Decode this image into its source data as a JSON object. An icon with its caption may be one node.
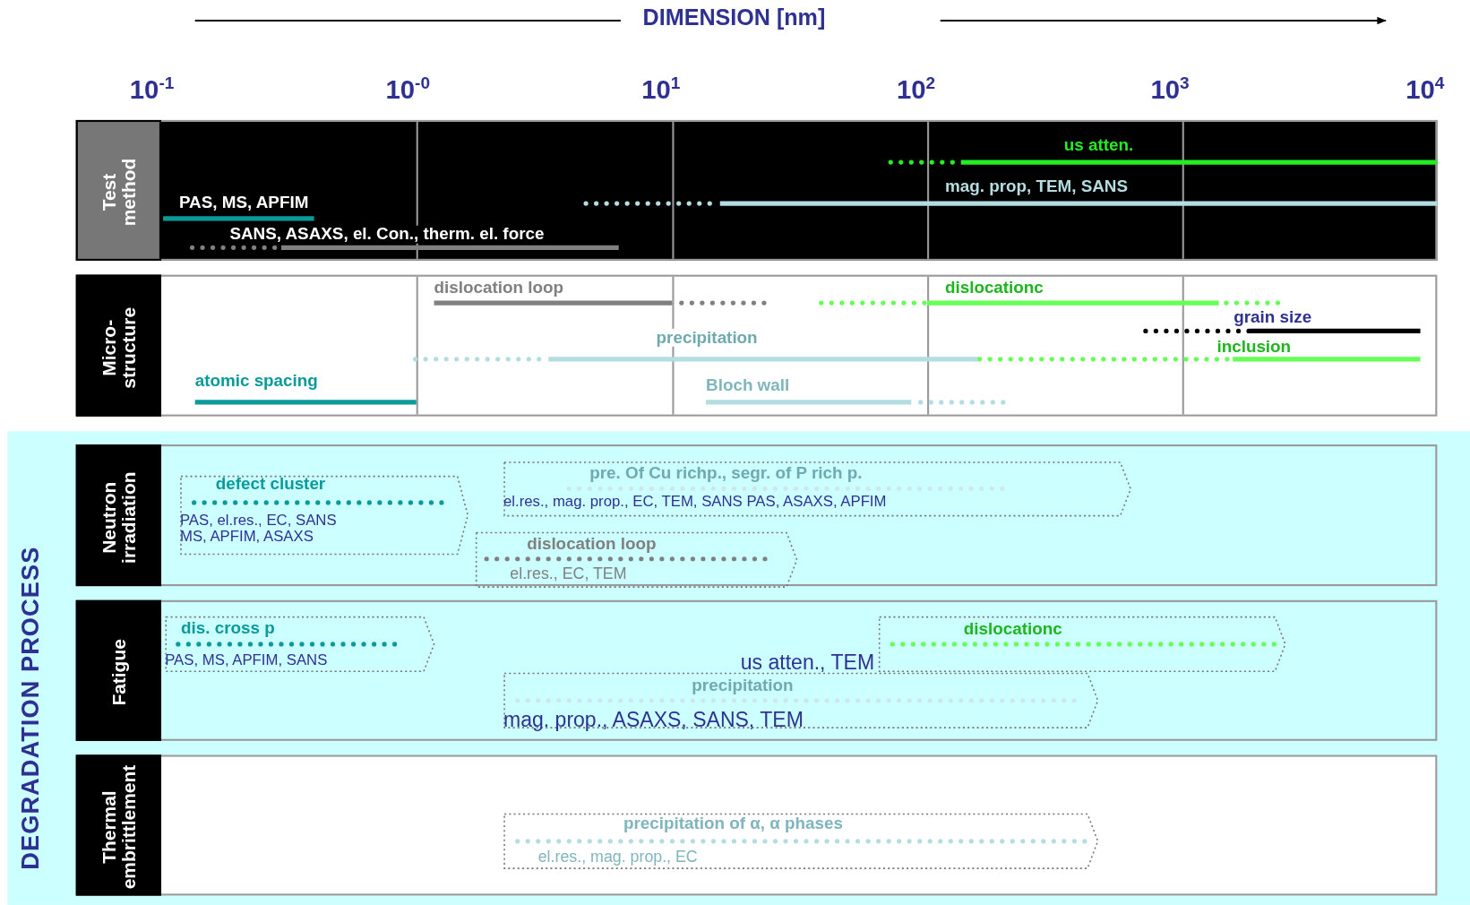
{
  "diagram": {
    "nodes": [
      {
        "text": [
          "DEGRADATION PROCESS"
        ]
      },
      {
        "text": [
          "Test method"
        ]
      },
      {
        "text": [
          "Micro- structure"
        ]
      },
      {
        "text": [
          "Neutron irradiation"
        ],
        "in": 0
      },
      {
        "text": [
          "Fatigue"
        ],
        "in": 0
      },
      {
        "text": [
          "Thermal embrittlement"
        ],
        "in": 0
      },
      {
        "text": [
          "defect cluster",
          "PAS, el.res., EC, SANS MS, APFIM, ASAXS"
        ],
        "in": 3
      },
      {
        "text": [
          "pre. Of Cu richp., segr. of P rich p.",
          "el.res., mag. prop., EC, TEM, SANS PAS, ASAXS, APFIM"
        ],
        "in": 3
      },
      {
        "text": [
          "dislocation loop",
          "el.res., EC, TEM"
        ],
        "in": 3
      },
      {
        "text": [
          "dis. cross p",
          "PAS, MS, APFIM,  SANS"
        ],
        "in": 4
      },
      {
        "text": [
          "dislocationc"
        ],
        "in": 4
      },
      {
        "text": [
          "precipitation",
          "mag. prop., ASAXS, SANS, TEM"
        ],
        "in": 4
      },
      {
        "text": [
          "precipitation of α, α  phases",
          "el.res., mag. prop., EC"
        ],
        "in": 5
      }
    ],
    "labels": [
      "DIMENSION [nm]",
      "10$^{-1}$",
      "10$^{-0}$",
      "10$^{1}$",
      "10$^{2}$",
      "10$^{3}$",
      "10$^{4}$",
      "us atten.",
      "mag. prop, TEM, SANS",
      "PAS, MS, APFIM",
      "SANS, ASAXS, el. Con., therm. el. force",
      "dislocation loop",
      "dislocationc",
      "grain size",
      "precipitation",
      "inclusion",
      "atomic spacing",
      "Bloch wall",
      "us atten., TEM"
    ]
  }
}
